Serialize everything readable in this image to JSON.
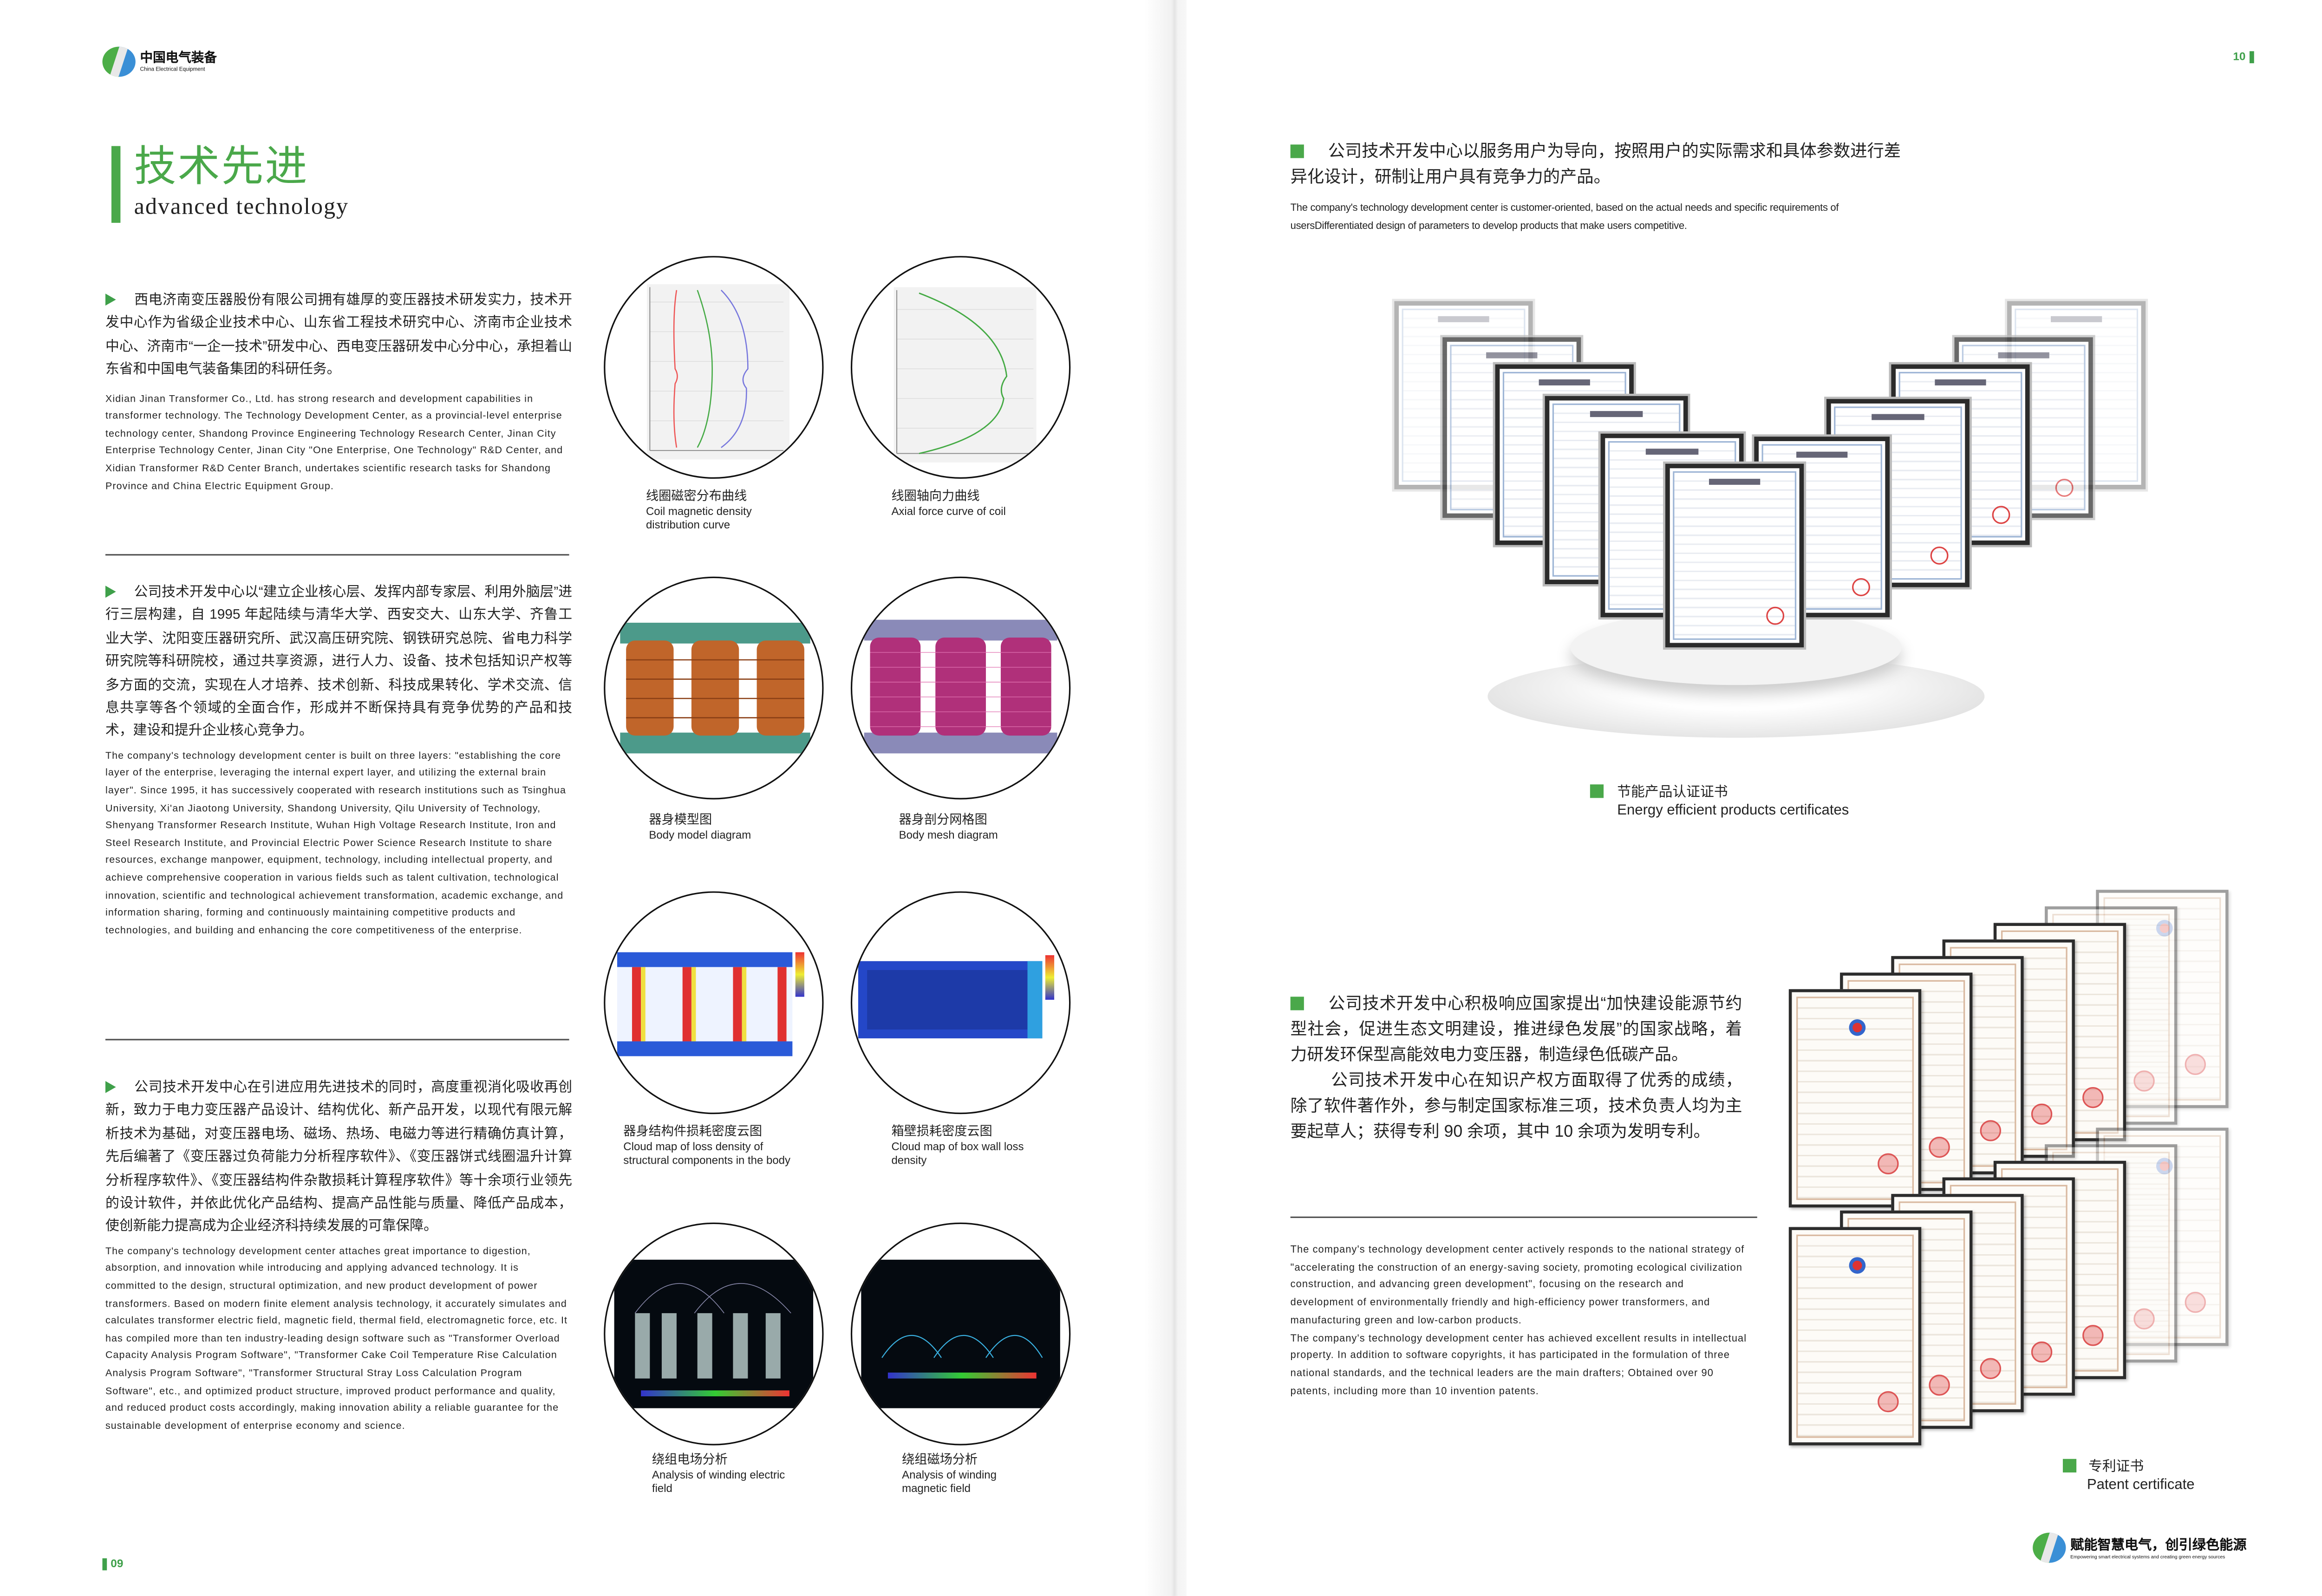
{
  "header_left": {
    "logo_cn": "中国电气装备",
    "logo_en": "China Electrical Equipment"
  },
  "section": {
    "title_cn": "技术先进",
    "title_en": "advanced technology"
  },
  "left_paragraphs": [
    {
      "cn": "西电济南变压器股份有限公司拥有雄厚的变压器技术研发实力，技术开发中心作为省级企业技术中心、山东省工程技术研究中心、济南市企业技术中心、济南市“一企一技术”研发中心、西电变压器研发中心分中心，承担着山东省和中国电气装备集团的科研任务。",
      "en": "Xidian Jinan Transformer Co., Ltd. has strong research and development capabilities in transformer technology. The Technology Development Center, as a provincial-level enterprise technology center, Shandong Province Engineering Technology Research Center, Jinan City Enterprise Technology Center, Jinan City \"One Enterprise, One Technology\" R&D Center, and Xidian Transformer R&D Center Branch, undertakes scientific research tasks for Shandong Province and China Electric Equipment Group."
    },
    {
      "cn": "公司技术开发中心以“建立企业核心层、发挥内部专家层、利用外脑层”进行三层构建，自 1995 年起陆续与清华大学、西安交大、山东大学、齐鲁工业大学、沈阳变压器研究所、武汉高压研究院、钢铁研究总院、省电力科学研究院等科研院校，通过共享资源，进行人力、设备、技术包括知识产权等多方面的交流，实现在人才培养、技术创新、科技成果转化、学术交流、信息共享等各个领域的全面合作，形成并不断保持具有竞争优势的产品和技术，建设和提升企业核心竞争力。",
      "en": "The company's technology development center is built on three layers: \"establishing the core layer of the enterprise, leveraging the internal expert layer, and utilizing the external brain layer\". Since 1995, it has successively cooperated with research institutions such as Tsinghua University, Xi'an Jiaotong University, Shandong University, Qilu University of Technology, Shenyang Transformer Research Institute, Wuhan High Voltage Research Institute, Iron and Steel Research Institute, and Provincial Electric Power Science Research Institute to share resources, exchange manpower, equipment, technology, including intellectual property, and achieve comprehensive cooperation in various fields such as talent cultivation, technological innovation, scientific and technological achievement transformation, academic exchange, and information sharing, forming and continuously maintaining competitive products and technologies, and building and enhancing the core competitiveness of the enterprise."
    },
    {
      "cn": "公司技术开发中心在引进应用先进技术的同时，高度重视消化吸收再创新，致力于电力变压器产品设计、结构优化、新产品开发，以现代有限元解析技术为基础，对变压器电场、磁场、热场、电磁力等进行精确仿真计算，先后编著了《变压器过负荷能力分析程序软件》、《变压器饼式线圈温升计算分析程序软件》、《变压器结构件杂散损耗计算程序软件》等十余项行业领先的设计软件，并依此优化产品结构、提高产品性能与质量、降低产品成本，使创新能力提高成为企业经济科持续发展的可靠保障。",
      "en": "The company's technology development center attaches great importance to digestion, absorption, and innovation while introducing and applying advanced technology. It is committed to the design, structural optimization, and new product development of power transformers. Based on modern finite element analysis technology, it accurately simulates and calculates transformer electric field, magnetic field, thermal field, electromagnetic force, etc. It has compiled more than ten industry-leading design software such as \"Transformer Overload Capacity Analysis Program Software\", \"Transformer Cake Coil Temperature Rise Calculation Analysis Program Software\", \"Transformer Structural Stray Loss Calculation Program Software\", etc., and optimized product structure, improved product performance and quality, and reduced product costs accordingly, making innovation ability a reliable guarantee for the sustainable development of enterprise economy and science."
    }
  ],
  "figures": [
    {
      "cn": "线圈磁密分布曲线",
      "en": "Coil magnetic density distribution curve"
    },
    {
      "cn": "线圈轴向力曲线",
      "en": "Axial force curve of coil"
    },
    {
      "cn": "器身模型图",
      "en": "Body model diagram"
    },
    {
      "cn": "器身剖分网格图",
      "en": "Body mesh diagram"
    },
    {
      "cn": "器身结构件损耗密度云图",
      "en": "Cloud map of loss density of structural components in the body"
    },
    {
      "cn": "箱壁损耗密度云图",
      "en": "Cloud map of box wall loss density"
    },
    {
      "cn": "绕组电场分析",
      "en": "Analysis of winding electric field"
    },
    {
      "cn": "绕组磁场分析",
      "en": "Analysis of winding magnetic field"
    }
  ],
  "page_left_number": "09",
  "page_right_number": "10",
  "right_intro": {
    "cn": "公司技术开发中心以服务用户为导向，按照用户的实际需求和具体参数进行差异化设计，研制让用户具有竞争力的产品。",
    "en": "The company's technology development center is customer-oriented, based on the actual needs and specific requirements of usersDifferentiated design of parameters to develop products that make users competitive."
  },
  "energy_certs_caption": {
    "cn": "节能产品认证证书",
    "en": "Energy efficient products certificates"
  },
  "right_paragraph": {
    "cn1": "公司技术开发中心积极响应国家提出“加快建设能源节约型社会，促进生态文明建设，推进绿色发展”的国家战略，着力研发环保型高能效电力变压器，制造绿色低碳产品。",
    "cn2": "公司技术开发中心在知识产权方面取得了优秀的成绩，除了软件著作外，参与制定国家标准三项，技术负责人均为主要起草人；获得专利 90 余项，其中 10 余项为发明专利。",
    "en1": "The company's technology development center actively responds to the national strategy of \"accelerating the construction of an energy-saving society, promoting ecological civilization construction, and advancing green development\", focusing on the research and development of environmentally friendly and high-efficiency power transformers, and manufacturing green and low-carbon products.",
    "en2": "The company's technology development center has achieved excellent results in intellectual property. In addition to software copyrights, it has participated in the formulation of three national standards, and the technical leaders are the main drafters; Obtained over 90 patents, including more than 10 invention patents."
  },
  "patent_caption": {
    "cn": "专利证书",
    "en": "Patent certificate"
  },
  "footer_right": {
    "slogan_cn": "赋能智慧电气，创引绿色能源",
    "slogan_en": "Empowering smart electrical systems and creating green energy sources"
  },
  "colors": {
    "accent": "#4aa84a"
  }
}
